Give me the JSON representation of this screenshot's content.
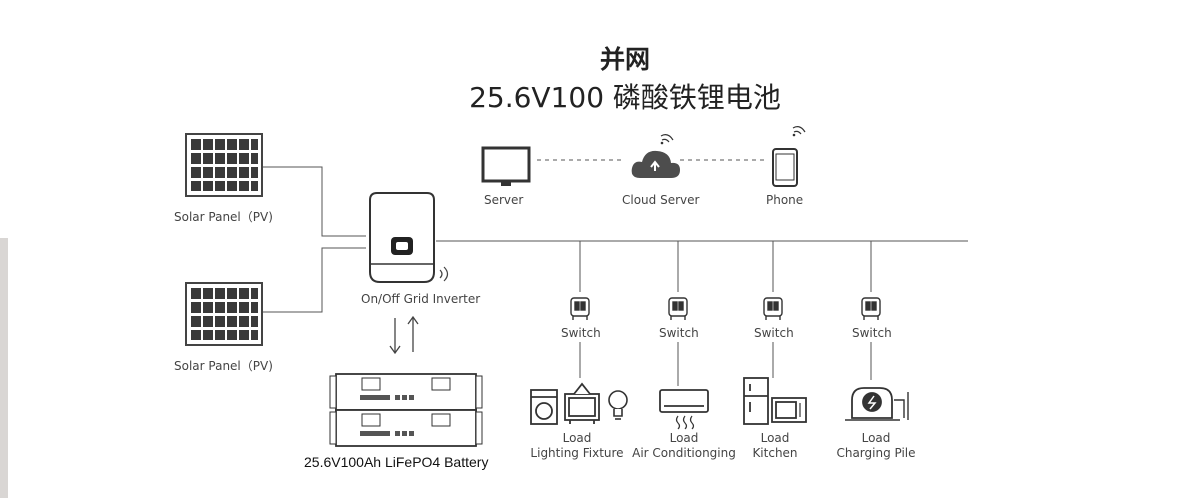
{
  "title": {
    "line1": "并网",
    "line2": "25.6V100 磷酸铁锂电池"
  },
  "nodes": {
    "solar_top": "Solar Panel（PV)",
    "solar_bottom": "Solar Panel（PV)",
    "inverter": "On/Off Grid Inverter",
    "battery": "25.6V100Ah LiFePO4 Battery",
    "server": "Server",
    "cloud": "Cloud Server",
    "phone": "Phone"
  },
  "switches": [
    "Switch",
    "Switch",
    "Switch",
    "Switch"
  ],
  "loads": [
    {
      "label": "Load",
      "name": "Lighting Fixture"
    },
    {
      "label": "Load",
      "name": "Air Conditionging"
    },
    {
      "label": "Load",
      "name": "Kitchen"
    },
    {
      "label": "Load",
      "name": "Charging Pile"
    }
  ]
}
